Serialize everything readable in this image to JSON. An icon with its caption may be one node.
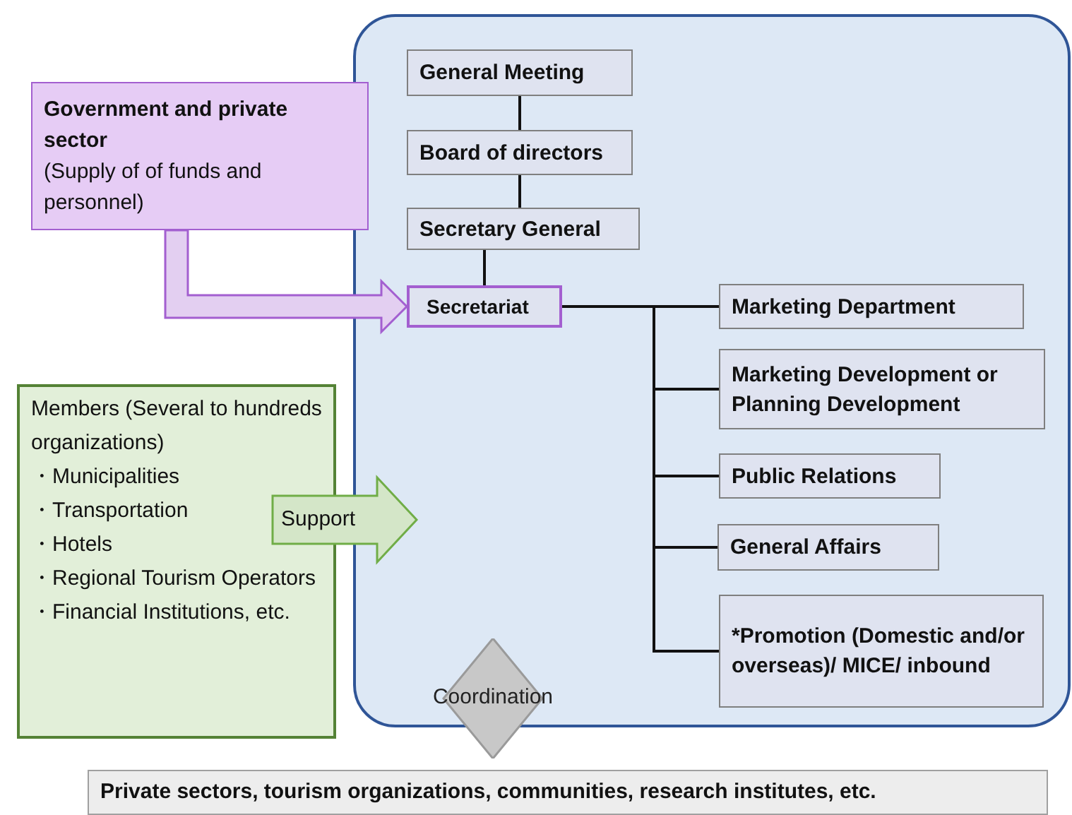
{
  "diagram": {
    "nodes": [
      {
        "text": [],
        "shape": "box"
      },
      {
        "text": [
          "General Meeting"
        ],
        "in": 0
      },
      {
        "text": [
          "Board of directors"
        ],
        "in": 0
      },
      {
        "text": [
          "Secretary General"
        ],
        "in": 0
      },
      {
        "text": [
          "Secretariat"
        ],
        "in": 0
      },
      {
        "text": [
          "Marketing Department"
        ],
        "in": 0
      },
      {
        "text": [
          "Marketing Development or Planning Development"
        ],
        "in": 0
      },
      {
        "text": [
          "Public Relations"
        ],
        "in": 0
      },
      {
        "text": [
          "General Affairs"
        ],
        "in": 0
      },
      {
        "text": [
          "*Promotion (Domestic and/or overseas)/ MICE/ inbound"
        ],
        "in": 0
      },
      {
        "text": [
          "Government and private sector",
          "(Supply of of funds and personnel)"
        ]
      },
      {
        "text": [
          "Members (Several to hundreds organizations)",
          "・Municipalities",
          "・Transportation",
          "・Hotels",
          "・Regional Tourism Operators",
          "・Financial Institutions, etc."
        ]
      },
      {
        "text": [
          "Coordination"
        ]
      },
      {
        "text": [
          "Private sectors, tourism organizations, communities, research institutes, etc."
        ]
      }
    ],
    "edges": [
      {
        "from": 1,
        "to": 2,
        "arrow": "none"
      },
      {
        "from": 2,
        "to": 3,
        "arrow": "none"
      },
      {
        "from": 3,
        "to": 4,
        "arrow": "none"
      },
      {
        "from": 4,
        "to": 5,
        "arrow": "none"
      },
      {
        "from": 4,
        "to": 6,
        "arrow": "none"
      },
      {
        "from": 4,
        "to": 7,
        "arrow": "none"
      },
      {
        "from": 4,
        "to": 8,
        "arrow": "none"
      },
      {
        "from": 4,
        "to": 9,
        "arrow": "none"
      },
      {
        "from": 10,
        "to": 4,
        "arrow": "to",
        "style": "thick",
        "color": "#a35fd0"
      },
      {
        "from": 11,
        "to": 0,
        "arrow": "to",
        "label": "Support",
        "style": "thick",
        "color": "#70ad47"
      }
    ]
  }
}
